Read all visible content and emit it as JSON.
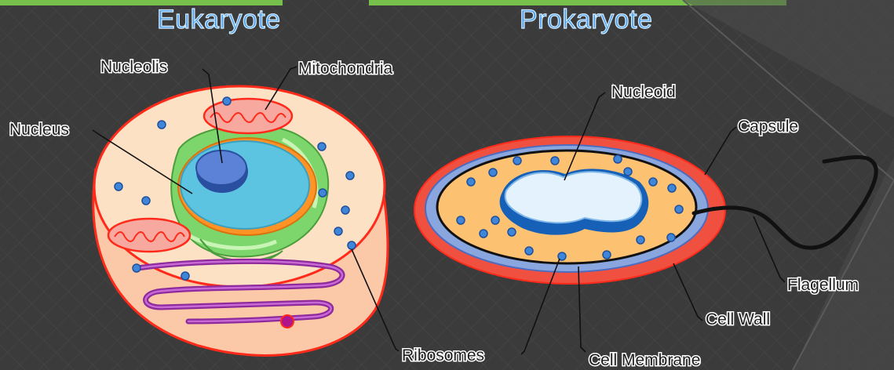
{
  "headings": {
    "left": "Eukaryote",
    "right": "Prokaryote"
  },
  "labels": {
    "nucleolis": "Nucleolis",
    "mitochondria": "Mitochondria",
    "nucleus": "Nucleus",
    "nucleoid": "Nucleoid",
    "capsule": "Capsule",
    "flagellum": "Flagellum",
    "cell_wall": "Cell Wall",
    "ribosomes": "Ribosomes",
    "cell_membrane": "Cell Membrane"
  },
  "colors": {
    "background": "#3b3b3b",
    "accent_rule": "#76c04b",
    "heading": "#4aa0ec",
    "cell_outline": "#ff2a1a",
    "cytoplasm": "#fde1c4",
    "nucleus": "#5cc3e0",
    "nucleolus": "#3062b8",
    "er": "#7dd66b",
    "golgi": "#8e2a9c",
    "capsule": "#f05040",
    "prokaryote_cytoplasm": "#fcc272",
    "nucleoid": "#e3f2fc"
  }
}
